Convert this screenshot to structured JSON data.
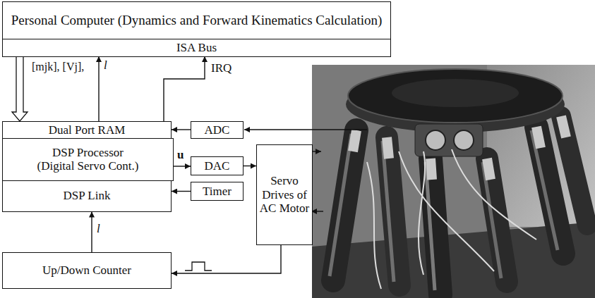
{
  "diagram": {
    "nodes": [
      {
        "text": [
          "Personal Computer (Dynamics and Forward Kinematics Calculation)"
        ]
      },
      {
        "text": [
          "ISA Bus"
        ],
        "in": 0
      },
      {
        "text": [
          "Dual Port RAM"
        ]
      },
      {
        "text": [
          "DSP Processor (Digital Servo Cont.)"
        ]
      },
      {
        "text": [
          "DSP Link"
        ]
      },
      {
        "text": [
          "ADC"
        ]
      },
      {
        "text": [
          "DAC"
        ]
      },
      {
        "text": [
          "Timer"
        ]
      },
      {
        "text": [
          "Servo Drives of AC Motor"
        ]
      },
      {
        "text": [
          "Up/Down Counter"
        ]
      }
    ],
    "edges": [
      {
        "from": 1,
        "to": 2,
        "arrow": "to",
        "label": "[mjk], [Vj],"
      },
      {
        "from": 2,
        "to": 1,
        "arrow": "to",
        "label": "l"
      },
      {
        "from": 2,
        "to": 1,
        "arrow": "to",
        "label": "IRQ"
      },
      {
        "from": 5,
        "to": 2,
        "arrow": "to"
      },
      {
        "from": 3,
        "to": 6,
        "arrow": "to",
        "label": "u"
      },
      {
        "from": 7,
        "to": 4,
        "arrow": "to"
      },
      {
        "from": 6,
        "to": 8,
        "arrow": "to"
      },
      {
        "from": 8,
        "to": 9,
        "arrow": "to"
      },
      {
        "from": 9,
        "to": 4,
        "arrow": "to",
        "label": "l"
      }
    ]
  }
}
